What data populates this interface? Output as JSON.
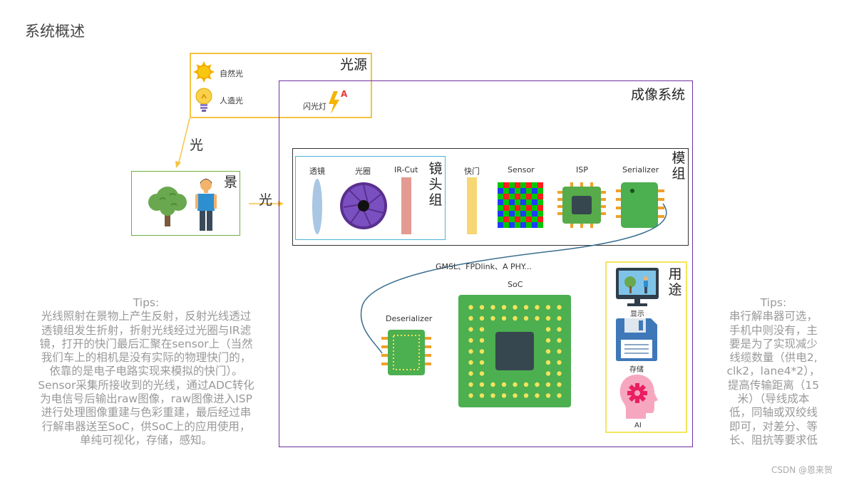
{
  "page_title": "系统概述",
  "light_source": {
    "title": "光源",
    "natural": "自然光",
    "artificial": "人造光",
    "flash": "闪光灯",
    "flash_badge": "A"
  },
  "scene": {
    "title": "景"
  },
  "light_label_1": "光",
  "light_label_2": "光",
  "imaging": {
    "title": "成像系统",
    "module_title": "模组",
    "lens_group_title": "镜头组",
    "lens": "透镜",
    "aperture": "光圈",
    "ir_cut": "IR-Cut",
    "shutter": "快门",
    "sensor": "Sensor",
    "isp": "ISP",
    "serializer": "Serializer",
    "link": "GMSL、FPDlink、A PHY...",
    "soc": "SoC",
    "deserializer": "Deserializer",
    "usage_title": "用途",
    "display": "显示",
    "storage": "存储",
    "ai": "AI"
  },
  "tips_left": {
    "title": "Tips:",
    "lines": [
      "光线照射在景物上产生反射，反射光线透过",
      "透镜组发生折射，折射光线经过光圈与IR滤",
      "镜，打开的快门最后汇聚在sensor上（当然",
      "我们车上的相机是没有实际的物理快门的，",
      "依靠的是电子电路实现来模拟的快门）。",
      "Sensor采集所接收到的光线，通过ADC转化",
      "为电信号后输出raw图像，raw图像进入ISP",
      "进行处理图像重建与色彩重建，最后经过串",
      "行解串器送至SoC，供SoC上的应用使用，",
      "单纯可视化，存储，感知。"
    ]
  },
  "tips_right": {
    "title": "Tips:",
    "lines": [
      "串行解串器可选，",
      "手机中则没有，主",
      "要是为了实现减少",
      "线缆数量（供电2,",
      "clk2，lane4*2），",
      "提高传输距离（15",
      "米）（导线成本",
      "低，同轴或双绞线",
      "即可，对差分、等",
      "长、阻抗等要求低"
    ]
  },
  "watermark": "CSDN @恩来贺"
}
